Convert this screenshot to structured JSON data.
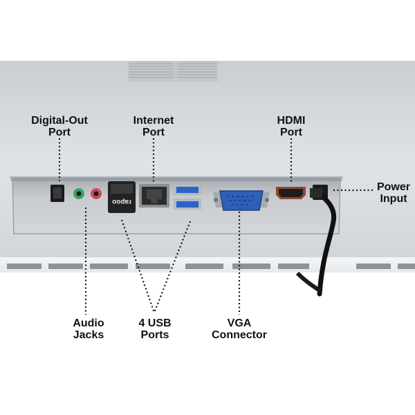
{
  "labels": {
    "digital_out": {
      "line1": "Digital-Out",
      "line2": "Port"
    },
    "internet": {
      "line1": "Internet",
      "line2": "Port"
    },
    "hdmi": {
      "line1": "HDMI",
      "line2": "Port"
    },
    "power": {
      "line1": "Power",
      "line2": "Input"
    },
    "audio": {
      "line1": "Audio",
      "line2": "Jacks"
    },
    "usb": {
      "line1": "4 USB",
      "line2": "Ports"
    },
    "vga": {
      "line1": "VGA",
      "line2": "Connector"
    }
  },
  "usb_brand_mark": "rapoo",
  "colors": {
    "background": "#ffffff",
    "monitor_body": "#d9dde1",
    "port_panel": "#c6cace",
    "vga_blue": "#2f5fb8",
    "audio_green": "#3aa36a",
    "audio_pink": "#c94b5c",
    "label_text": "#111111"
  }
}
